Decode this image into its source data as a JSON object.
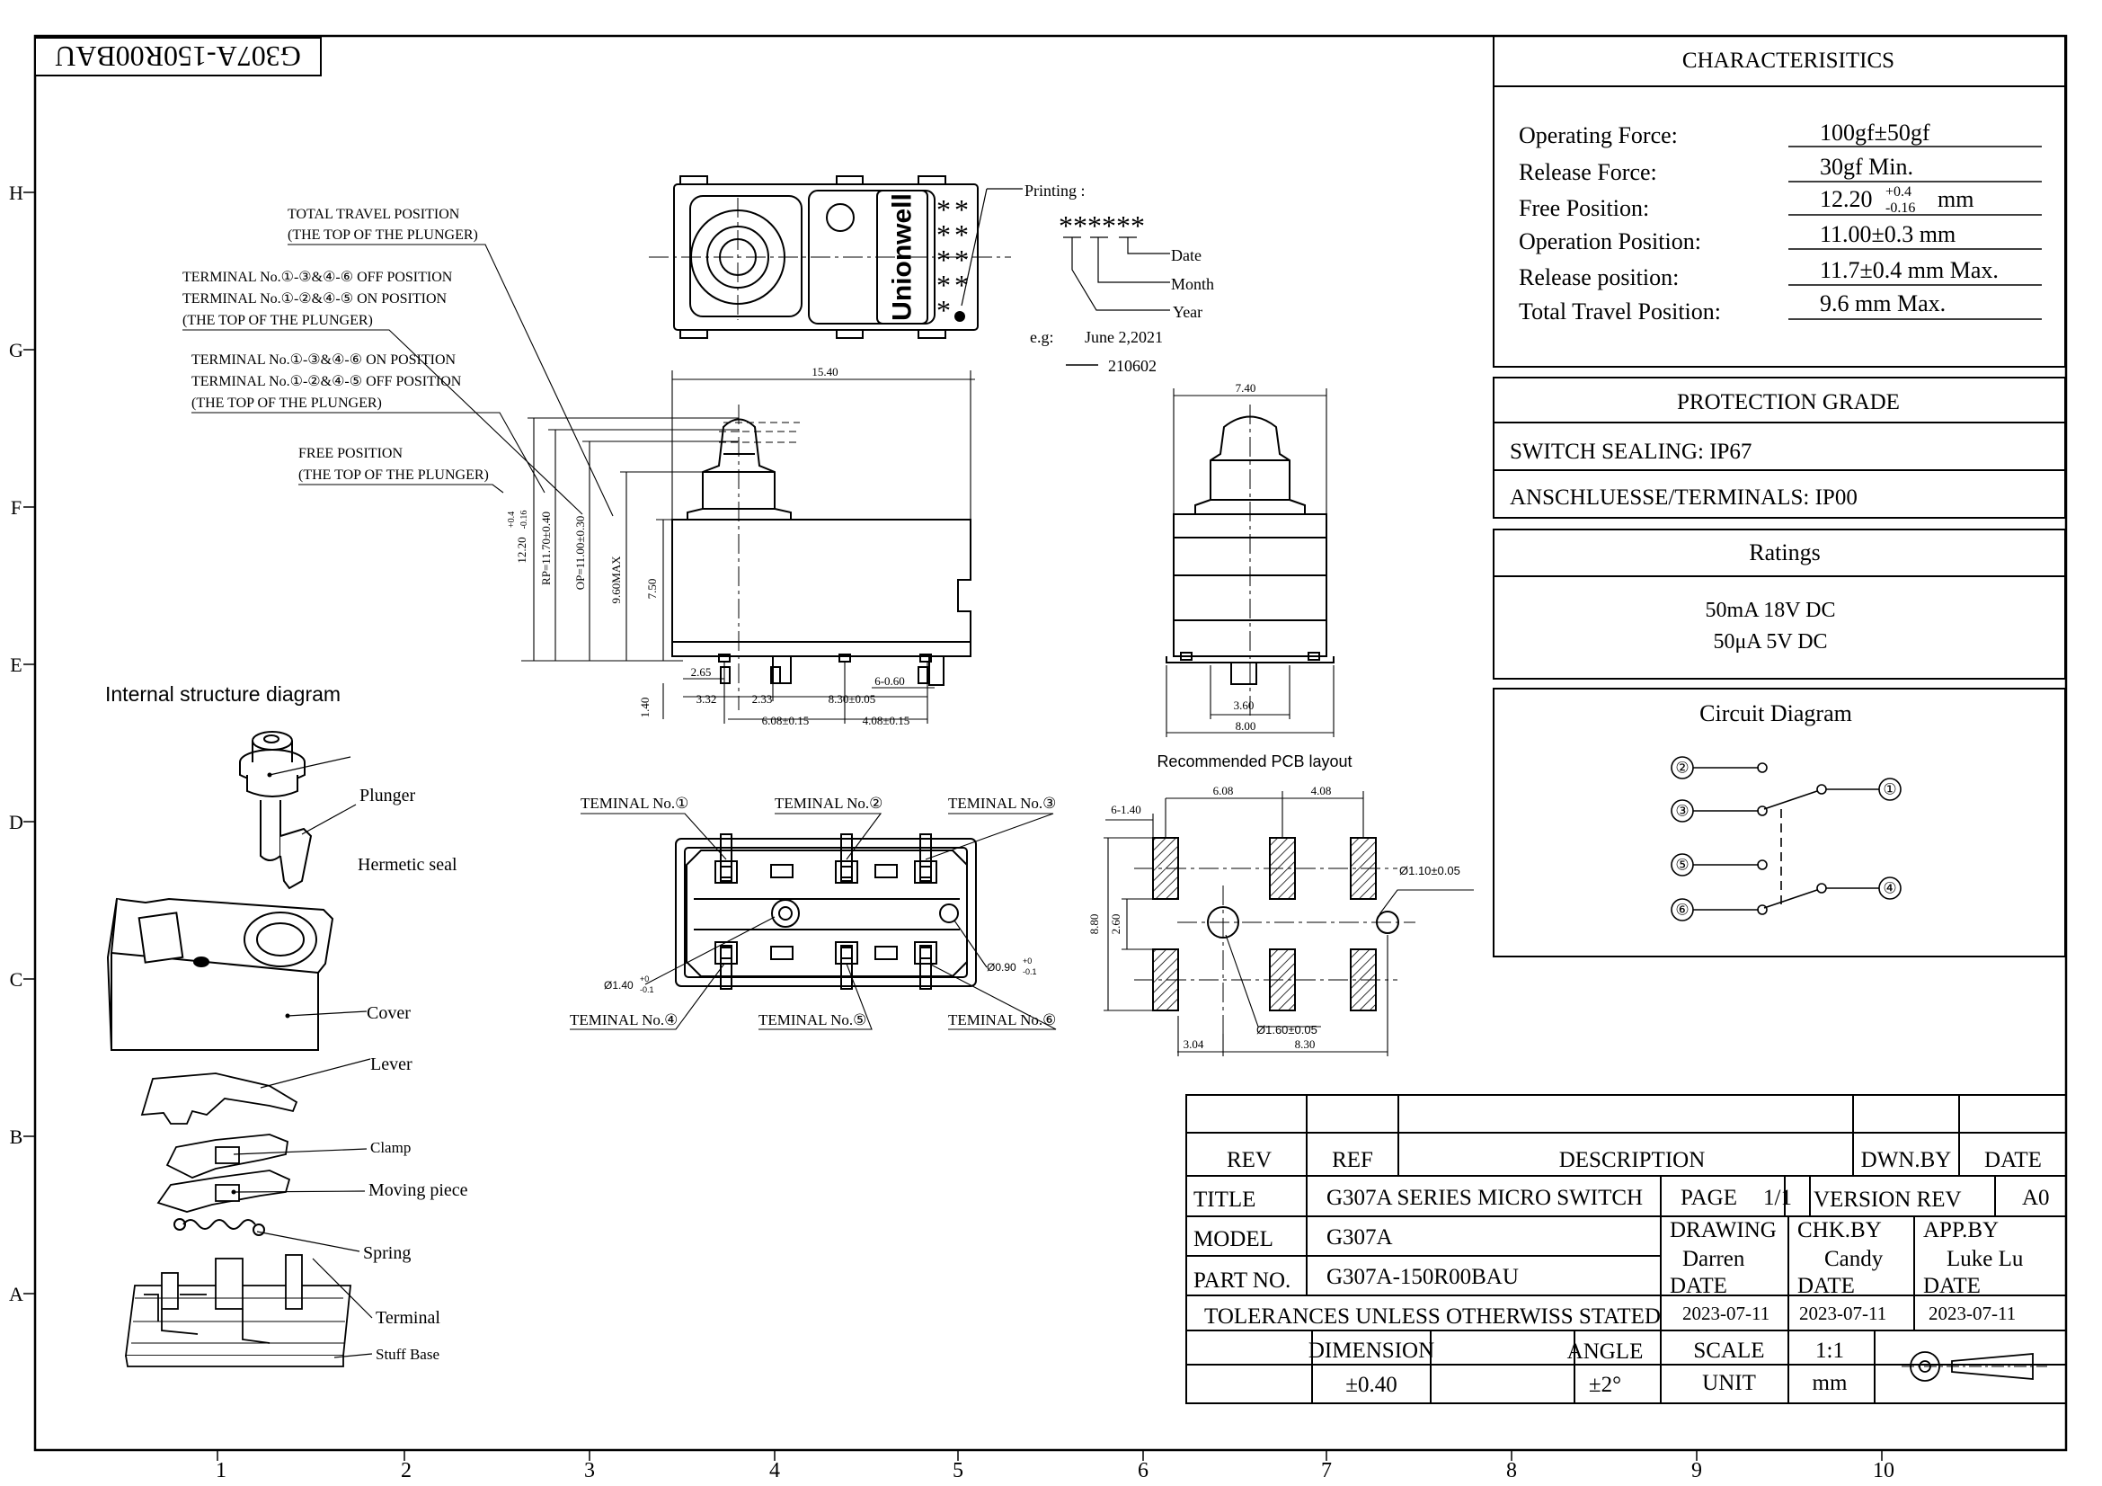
{
  "part_stamp": "G307A-150R00BAU",
  "row_letters": [
    "H",
    "G",
    "F",
    "E",
    "D",
    "C",
    "B",
    "A"
  ],
  "col_numbers": [
    "1",
    "2",
    "3",
    "4",
    "5",
    "6",
    "7",
    "8",
    "9",
    "10"
  ],
  "characteristics": {
    "title": "CHARACTERISITICS",
    "rows": [
      {
        "label": "Operating Force:",
        "value": "100gf±50gf",
        "sup": "",
        "sub": "",
        "suffix": ""
      },
      {
        "label": "Release Force:",
        "value": "30gf Min.",
        "sup": "",
        "sub": "",
        "suffix": ""
      },
      {
        "label": "Free Position:",
        "value": "12.20",
        "sup": "+0.4",
        "sub": "-0.16",
        "suffix": "mm"
      },
      {
        "label": "Operation Position:",
        "value": "11.00±0.3 mm",
        "sup": "",
        "sub": "",
        "suffix": ""
      },
      {
        "label": "Release position:",
        "value": "11.7±0.4 mm Max.",
        "sup": "",
        "sub": "",
        "suffix": ""
      },
      {
        "label": "Total Travel Position:",
        "value": "9.6 mm Max.",
        "sup": "",
        "sub": "",
        "suffix": ""
      }
    ]
  },
  "protection": {
    "title": "PROTECTION GRADE",
    "sealing": "SWITCH SEALING: IP67",
    "terminals": "ANSCHLUESSE/TERMINALS: IP00"
  },
  "ratings": {
    "title": "Ratings",
    "lines": [
      "50mA 18V DC",
      "50μA 5V DC"
    ]
  },
  "circuit": {
    "title": "Circuit Diagram",
    "terminals": [
      "②",
      "③",
      "①",
      "⑤",
      "⑥",
      "④"
    ]
  },
  "top_view": {
    "brand": "Unionwell",
    "printing_label": "Printing :",
    "stars": "******",
    "callouts": [
      "Date",
      "Month",
      "Year"
    ],
    "example_label": "e.g:",
    "example_date": "June 2,2021",
    "example_code": "210602"
  },
  "side_view": {
    "position_notes": [
      [
        "TOTAL TRAVEL POSITION",
        "(THE TOP OF THE PLUNGER)"
      ],
      [
        "TERMINAL No.①-③&④-⑥ OFF  POSITION",
        "TERMINAL No.①-②&④-⑤ ON   POSITION",
        "(THE TOP OF THE PLUNGER)"
      ],
      [
        "TERMINAL No.①-③&④-⑥ ON  POSITION",
        "TERMINAL No.①-②&④-⑤ OFF POSITION",
        "(THE TOP OF THE PLUNGER)"
      ],
      [
        "FREE POSITION",
        "(THE TOP OF THE PLUNGER)"
      ]
    ],
    "dims": {
      "width": "15.40",
      "free": "12.20",
      "free_tol_top": "+0.4",
      "free_tol_bot": "-0.16",
      "rp": "RP=11.70±0.40",
      "op": "OP=11.00±0.30",
      "tt": "9.60MAX",
      "body_h": "7.50",
      "lead": "1.40",
      "d265": "2.65",
      "d660": "6-0.60",
      "d332": "3.32",
      "d233": "2.33",
      "d830": "8.30±0.05",
      "d608": "6.08±0.15",
      "d408": "4.08±0.15"
    }
  },
  "end_view": {
    "width": "7.40",
    "pin": "3.60",
    "base": "8.00"
  },
  "bottom_view": {
    "terminals": [
      "TEMINAL No.①",
      "TEMINAL No.②",
      "TEMINAL No.③",
      "TEMINAL No.④",
      "TEMINAL No.⑤",
      "TEMINAL No.⑥"
    ],
    "hole_big": "Ø1.40",
    "hole_big_tol": [
      "+0",
      "-0.1"
    ],
    "hole_small": "Ø0.90",
    "hole_small_tol": [
      "+0",
      "-0.1"
    ]
  },
  "pcb_layout": {
    "title": "Recommended PCB layout",
    "dims": {
      "d608": "6.08",
      "d408": "4.08",
      "d140": "6-1.40",
      "d880": "8.80",
      "d260": "2.60",
      "d304": "3.04",
      "d830": "8.30",
      "hole_small": "Ø1.10±0.05",
      "hole_big": "Ø1.60±0.05"
    }
  },
  "internal": {
    "title": "Internal structure diagram",
    "parts": [
      "Plunger",
      "Hermetic seal",
      "Cover",
      "Lever",
      "Clamp",
      "Moving piece",
      "Spring",
      "Terminal",
      "Stuff Base"
    ]
  },
  "title_block": {
    "headers": {
      "rev": "REV",
      "ref": "REF",
      "description": "DESCRIPTION",
      "dwn_by": "DWN.BY",
      "date": "DATE"
    },
    "title_label": "TITLE",
    "title_value": "G307A SERIES MICRO SWITCH",
    "page_label": "PAGE",
    "page_value": "1/1",
    "version_label": "VERSION REV",
    "version_value": "A0",
    "model_label": "MODEL",
    "model_value": "G307A",
    "partno_label": "PART NO.",
    "partno_value": "G307A-150R00BAU",
    "drawing_label": "DRAWING",
    "drawing_value": "Darren",
    "chk_label": "CHK.BY",
    "chk_value": "Candy",
    "app_label": "APP.BY",
    "app_value": "Luke Lu",
    "date_label": "DATE",
    "date1": "2023-07-11",
    "date2": "2023-07-11",
    "date3": "2023-07-11",
    "tolerance": "TOLERANCES UNLESS OTHERWISS STATED",
    "dimension_label": "DIMENSION",
    "dimension_value": "±0.40",
    "angle_label": "ANGLE",
    "angle_value": "±2°",
    "scale_label": "SCALE",
    "scale_value": "1:1",
    "unit_label": "UNIT",
    "unit_value": "mm"
  }
}
